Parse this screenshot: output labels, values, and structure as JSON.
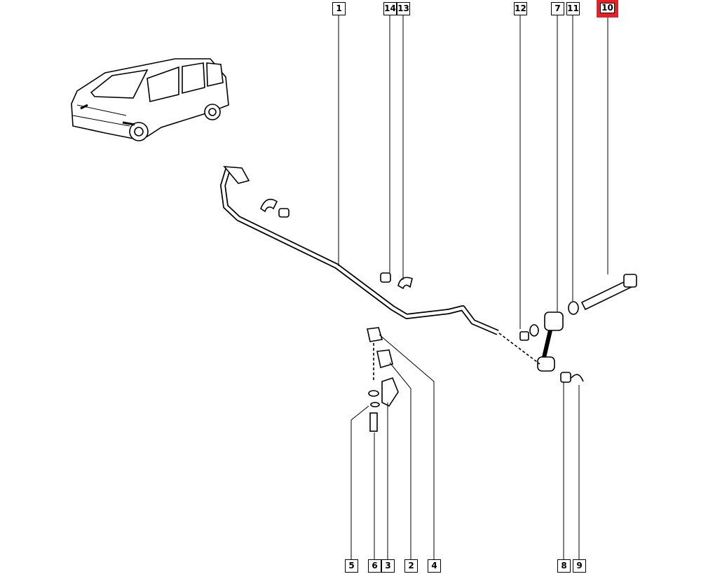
{
  "diagram": {
    "highlighted_part": "10",
    "highlight_color": "#ee1c24",
    "callouts_top": [
      "1",
      "14",
      "13",
      "12",
      "7",
      "11",
      "10"
    ],
    "callouts_bottom": [
      "5",
      "6",
      "3",
      "2",
      "4",
      "8",
      "9"
    ]
  }
}
